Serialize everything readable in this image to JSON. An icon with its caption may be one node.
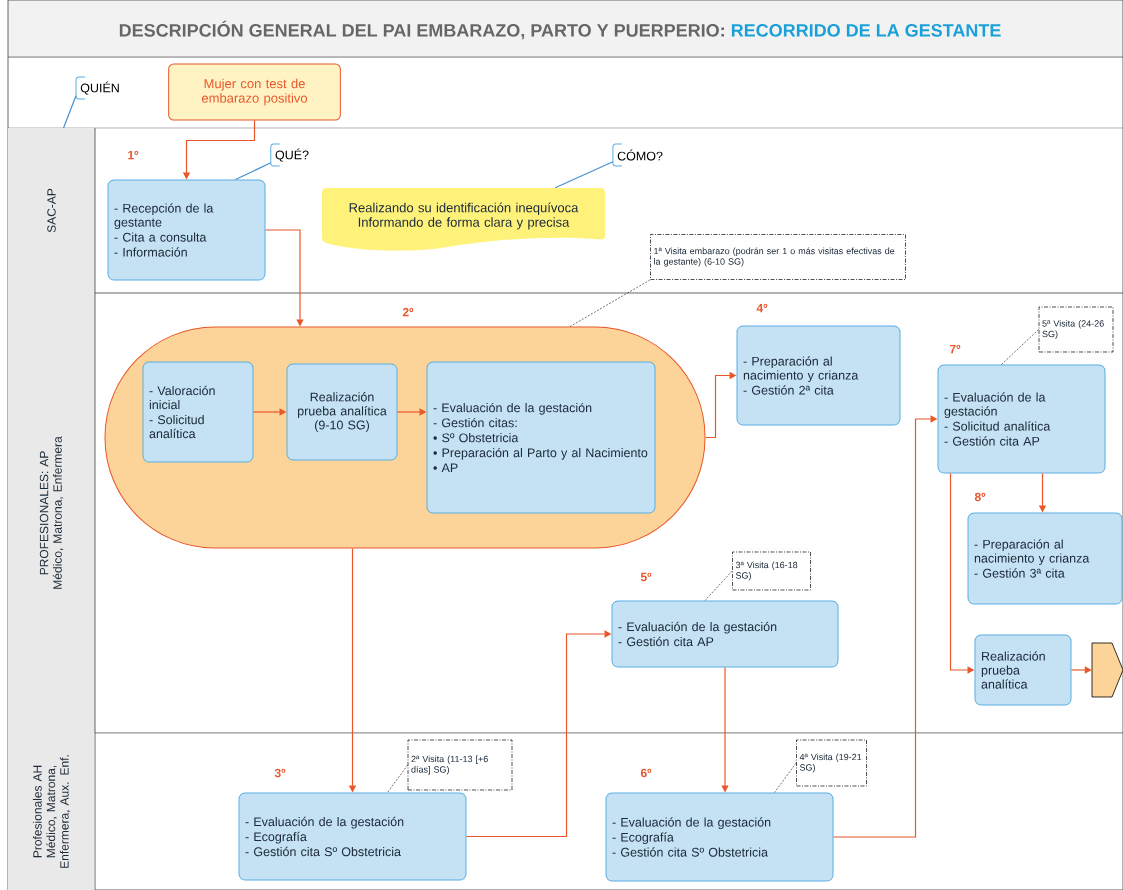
{
  "diagram": {
    "title": "DESCRIPCIÓN GENERAL DEL PAI EMBARAZO, PARTO Y PUERPERIO: **RECORRIDO DE LA GESTANTE**",
    "nodes": [
      {
        "text": [
          "QUIÉN"
        ]
      },
      {
        "text": [
          "Mujer con test de embarazo positivo"
        ]
      },
      {
        "text": [
          "SAC-AP"
        ]
      },
      {
        "text": [
          "QUÉ?"
        ]
      },
      {
        "text": [
          "- Recepción de la gestante",
          "- Cita a consulta",
          "- Información"
        ],
        "beside": [
          "1º"
        ]
      },
      {
        "text": [
          "CÓMO?"
        ]
      },
      {
        "text": [
          "Realizando su identificación inequívoca",
          "Informando de forma clara y precisa"
        ]
      },
      {
        "text": [
          "1ª Visita embarazo (podrán ser 1 o más visitas efectivas de la gestante) (6-10 SG)"
        ]
      },
      {
        "text": [
          "PROFESIONALES: AP",
          "Médico, Matrona, Enfermera"
        ]
      },
      {
        "text": [],
        "shape": "capsule",
        "beside": [
          "2º"
        ]
      },
      {
        "text": [
          "- Valoración inicial",
          "- Solicitud analítica"
        ],
        "in": 9
      },
      {
        "text": [
          "Realización prueba analítica (9-10 SG)"
        ],
        "in": 9
      },
      {
        "text": [
          "- Evaluación de la gestación",
          "- Gestión citas:",
          "• Sº Obstetricia",
          "• Preparación al Parto y al Nacimiento",
          "• AP"
        ],
        "in": 9
      },
      {
        "text": [
          "- Preparación al nacimiento y crianza",
          "- Gestión 2ª cita"
        ],
        "beside": [
          "4º"
        ]
      },
      {
        "text": [
          "5ª Visita (24-26 SG)"
        ]
      },
      {
        "text": [
          "- Evaluación de la gestación",
          "- Solicitud analítica",
          "- Gestión cita AP"
        ],
        "beside": [
          "7º"
        ]
      },
      {
        "text": [
          "- Preparación al nacimiento y crianza",
          "- Gestión 3ª cita"
        ],
        "beside": [
          "8º"
        ]
      },
      {
        "text": [
          "3ª Visita (16-18 SG)"
        ]
      },
      {
        "text": [
          "- Evaluación de la gestación",
          "- Gestión cita AP"
        ],
        "beside": [
          "5º"
        ]
      },
      {
        "text": [
          "Realización prueba analítica"
        ]
      },
      {
        "text": [],
        "shape": "pentagon"
      },
      {
        "text": [
          "Profesionales AH",
          "Médico, Matrona, Enfermera, Aux. Enf."
        ]
      },
      {
        "text": [
          "2ª Visita (11-13 [+6 días] SG)"
        ]
      },
      {
        "text": [
          "- Evaluación de la gestación",
          "- Ecografía",
          "- Gestión cita Sº Obstetricia"
        ],
        "beside": [
          "3º"
        ]
      },
      {
        "text": [
          "4ª Visita (19-21 SG)"
        ]
      },
      {
        "text": [
          "- Evaluación de la gestación",
          "- Ecografía",
          "- Gestión cita Sº Obstetricia"
        ],
        "beside": [
          "6º"
        ]
      }
    ],
    "edges": [
      {
        "from": 1,
        "to": 4,
        "arrow": "to"
      },
      {
        "from": 4,
        "to": 9,
        "arrow": "to"
      },
      {
        "from": 10,
        "to": 11,
        "arrow": "to"
      },
      {
        "from": 11,
        "to": 12,
        "arrow": "to"
      },
      {
        "from": 9,
        "to": 13,
        "arrow": "to"
      },
      {
        "from": 9,
        "to": 23,
        "arrow": "to"
      },
      {
        "from": 23,
        "to": 18,
        "arrow": "to"
      },
      {
        "from": 18,
        "to": 25,
        "arrow": "to"
      },
      {
        "from": 25,
        "to": 15,
        "arrow": "to"
      },
      {
        "from": 15,
        "to": 16,
        "arrow": "to"
      },
      {
        "from": 15,
        "to": 19,
        "arrow": "to"
      },
      {
        "from": 19,
        "to": 20,
        "arrow": "to"
      },
      {
        "from": 0,
        "to": 2,
        "arrow": "none",
        "color": "#4a90d0"
      },
      {
        "from": 3,
        "to": 4,
        "arrow": "none",
        "color": "#4a90d0"
      },
      {
        "from": 5,
        "to": 6,
        "arrow": "none",
        "color": "#4a90d0"
      },
      {
        "from": 7,
        "to": 9,
        "arrow": "none",
        "style": "dashed",
        "color": "#333333"
      },
      {
        "from": 14,
        "to": 15,
        "arrow": "none",
        "style": "dashed",
        "color": "#333333"
      },
      {
        "from": 17,
        "to": 18,
        "arrow": "none",
        "style": "dashed",
        "color": "#333333"
      },
      {
        "from": 22,
        "to": 23,
        "arrow": "none",
        "style": "dashed",
        "color": "#333333"
      },
      {
        "from": 24,
        "to": 25,
        "arrow": "none",
        "style": "dashed",
        "color": "#333333"
      }
    ]
  }
}
